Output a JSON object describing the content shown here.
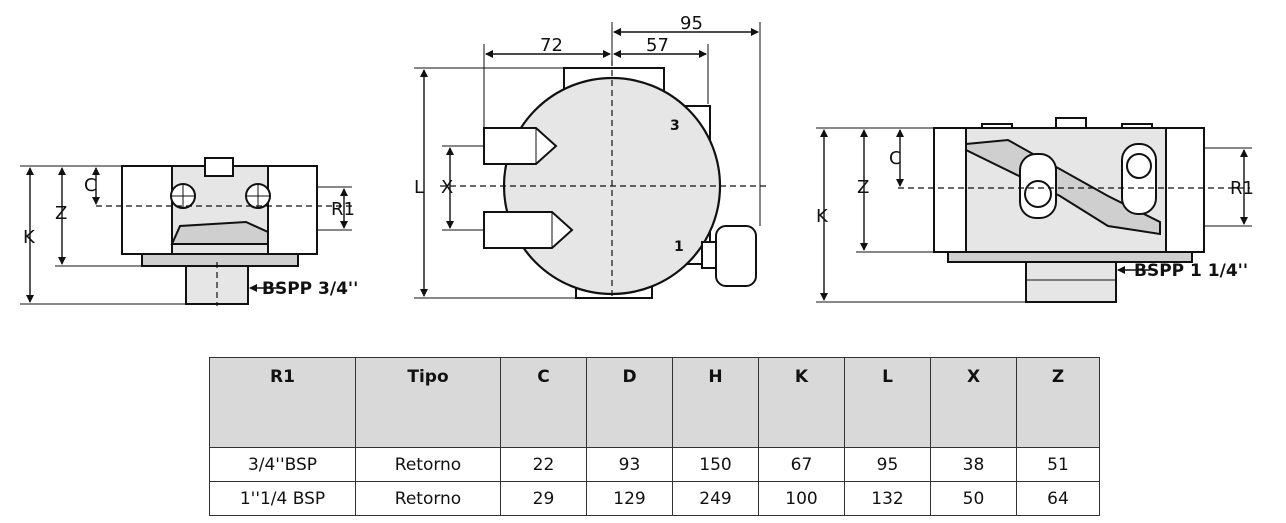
{
  "drawings": {
    "left_view": {
      "dimensions": [
        "K",
        "Z",
        "C",
        "R1"
      ],
      "thread_label": "BSPP 3/4''"
    },
    "center_view": {
      "dimensions": [
        "95",
        "72",
        "57",
        "L",
        "X"
      ],
      "port_numbers": [
        "3",
        "1"
      ]
    },
    "right_view": {
      "dimensions": [
        "K",
        "Z",
        "C",
        "R1"
      ],
      "thread_label": "BSPP 1 1/4''"
    }
  },
  "table": {
    "headers": [
      "R1",
      "Tipo",
      "C",
      "D",
      "H",
      "K",
      "L",
      "X",
      "Z"
    ],
    "rows": [
      [
        "3/4''BSP",
        "Retorno",
        "22",
        "93",
        "150",
        "67",
        "95",
        "38",
        "51"
      ],
      [
        "1''1/4 BSP",
        "Retorno",
        "29",
        "129",
        "249",
        "100",
        "132",
        "50",
        "64"
      ]
    ]
  }
}
